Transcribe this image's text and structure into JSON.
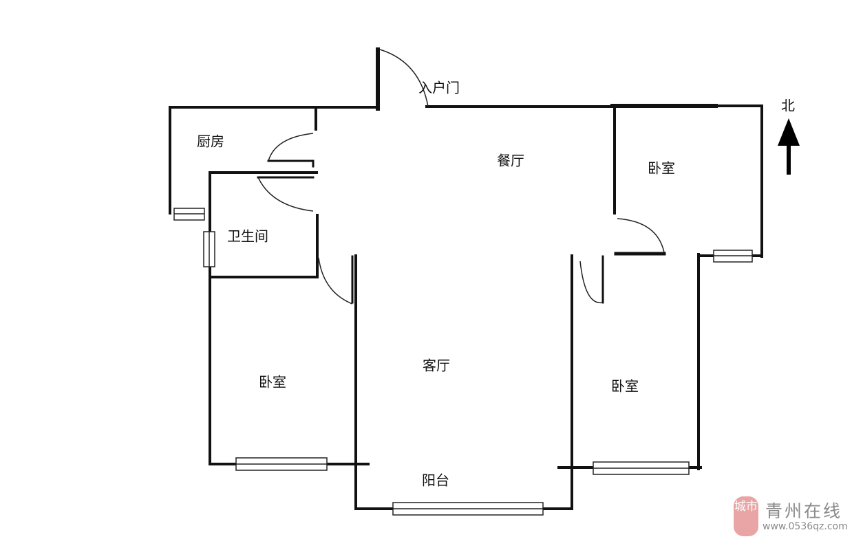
{
  "rooms": {
    "entrance": "入户门",
    "dining": "餐厅",
    "bedroom_ne": "卧室",
    "kitchen": "厨房",
    "bathroom": "卫生间",
    "bedroom_sw": "卧室",
    "living": "客厅",
    "bedroom_se": "卧室",
    "balcony": "阳台"
  },
  "compass": {
    "label": "北"
  },
  "watermark": {
    "seal": "城市",
    "title": "青州在线",
    "url": "www.0536qz.com",
    "color": "#e9a5a5"
  }
}
